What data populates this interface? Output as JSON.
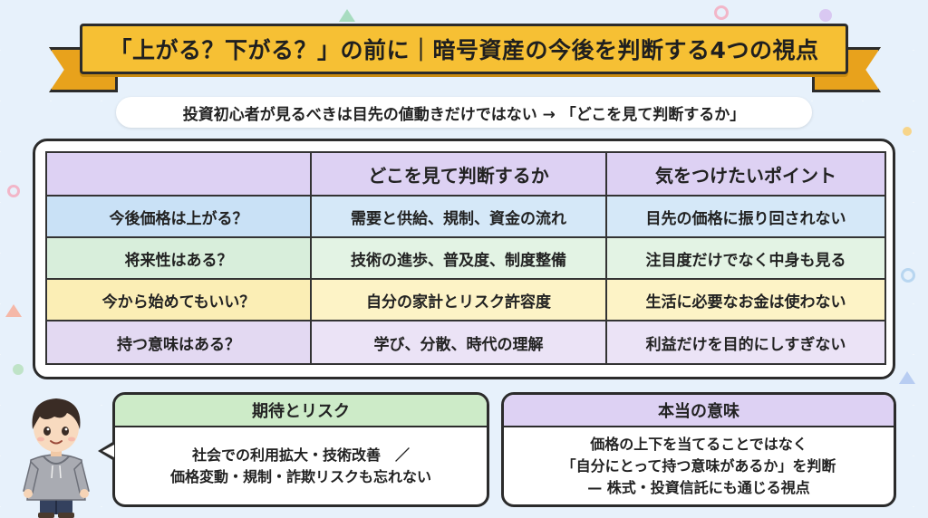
{
  "banner": {
    "title": "「上がる？下がる？」の前に｜暗号資産の今後を判断する4つの視点"
  },
  "subtitle": "投資初心者が見るべきは目先の値動きだけではない → 「どこを見て判断するか」",
  "table": {
    "headers": [
      "",
      "どこを見て判断するか",
      "気をつけたいポイント"
    ],
    "rows": [
      [
        "今後価格は上がる？",
        "需要と供給、規制、資金の流れ",
        "目先の価格に振り回されない"
      ],
      [
        "将来性はある？",
        "技術の進歩、普及度、制度整備",
        "注目度だけでなく中身も見る"
      ],
      [
        "今から始めてもいい？",
        "自分の家計とリスク許容度",
        "生活に必要なお金は使わない"
      ],
      [
        "持つ意味はある？",
        "学び、分散、時代の理解",
        "利益だけを目的にしすぎない"
      ]
    ]
  },
  "cards": {
    "left": {
      "title": "期待とリスク",
      "lines": [
        "社会での利用拡大・技術改善　／",
        "価格変動・規制・詐欺リスクも忘れない"
      ]
    },
    "right": {
      "title": "本当の意味",
      "lines": [
        "価格の上下を当てることではなく",
        "「自分にとって持つ意味があるか」を判断",
        "— 株式・投資信託にも通じる視点"
      ]
    }
  },
  "colors": {
    "banner": "#f6c034",
    "header_row": "#ddd1f3",
    "row1": "#d5e8f8",
    "row2": "#e3f3e4",
    "row3": "#fdf3c6",
    "row4": "#ebe3f6",
    "card_left_header": "#cdebc8",
    "card_right_header": "#ddd1f3"
  }
}
